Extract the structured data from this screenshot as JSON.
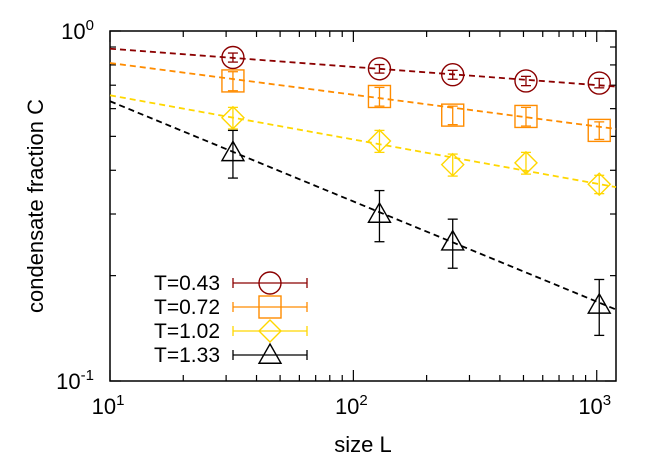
{
  "chart_data": {
    "type": "scatter",
    "title": "",
    "xlabel": "size L",
    "ylabel": "condensate fraction C",
    "xscale": "log",
    "yscale": "log",
    "xlim": [
      10,
      1200
    ],
    "ylim": [
      0.1,
      1
    ],
    "x_ticks": [
      {
        "base": "10",
        "exp": "1"
      },
      {
        "base": "10",
        "exp": "2"
      },
      {
        "base": "10",
        "exp": "3"
      }
    ],
    "y_ticks": [
      {
        "base": "10",
        "exp": "-1"
      },
      {
        "base": "10",
        "exp": "0"
      }
    ],
    "legend_position": "bottom-left",
    "grid": false,
    "series": [
      {
        "name": "T=0.43",
        "color": "#8b0000",
        "marker": "circle",
        "x": [
          32,
          128,
          256,
          512,
          1024
        ],
        "y": [
          0.84,
          0.78,
          0.75,
          0.72,
          0.71
        ],
        "err": [
          0.025,
          0.022,
          0.022,
          0.022,
          0.022
        ],
        "fit": {
          "x": [
            10,
            1200
          ],
          "y": [
            0.89,
            0.694
          ]
        }
      },
      {
        "name": "T=0.72",
        "color": "#ff8c00",
        "marker": "square",
        "x": [
          32,
          128,
          256,
          512,
          1024
        ],
        "y": [
          0.72,
          0.65,
          0.575,
          0.57,
          0.52
        ],
        "err": [
          0.045,
          0.04,
          0.035,
          0.035,
          0.03
        ],
        "fit": {
          "x": [
            10,
            1200
          ],
          "y": [
            0.81,
            0.525
          ]
        }
      },
      {
        "name": "T=1.02",
        "color": "#ffd700",
        "marker": "diamond",
        "x": [
          32,
          128,
          256,
          512,
          1024
        ],
        "y": [
          0.565,
          0.485,
          0.415,
          0.42,
          0.365
        ],
        "err": [
          0.04,
          0.035,
          0.03,
          0.03,
          0.022
        ],
        "fit": {
          "x": [
            10,
            1200
          ],
          "y": [
            0.655,
            0.358
          ]
        }
      },
      {
        "name": "T=1.33",
        "color": "#000000",
        "marker": "triangle",
        "x": [
          32,
          128,
          256,
          1024
        ],
        "y": [
          0.45,
          0.3,
          0.25,
          0.165
        ],
        "err": [
          0.07,
          0.05,
          0.04,
          0.03
        ],
        "fit": {
          "x": [
            10,
            1200
          ],
          "y": [
            0.63,
            0.16
          ]
        }
      }
    ]
  }
}
